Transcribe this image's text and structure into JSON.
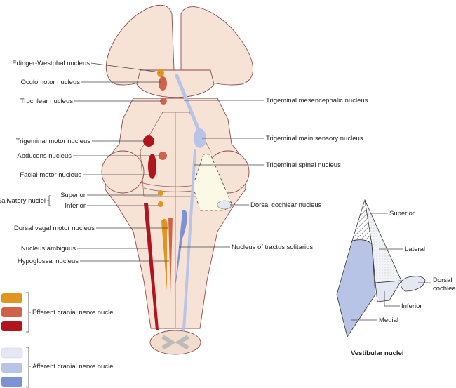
{
  "left_labels": {
    "edinger_westphal": "Edinger-Westphal nucleus",
    "oculomotor": "Oculomotor nucleus",
    "trochlear": "Trochlear nucleus",
    "trigeminal_motor": "Trigeminal motor nucleus",
    "abducens": "Abducens nucleus",
    "facial_motor": "Facial motor nucleus",
    "salivatory": "Salivatory nuclei",
    "salivatory_superior": "Superior",
    "salivatory_inferior": "Inferior",
    "dorsal_vagal": "Dorsal vagal motor nucleus",
    "ambiguus": "Nucleus ambiguus",
    "hypoglossal": "Hypoglossal nucleus"
  },
  "right_labels": {
    "trig_mesencephalic": "Trigeminal mesencephalic nucleus",
    "trig_main_sensory": "Trigeminal main sensory nucleus",
    "trig_spinal": "Trigeminal spinal nucleus",
    "dorsal_cochlear": "Dorsal cochlear nucleus",
    "tractus_solitarius": "Nucleus of tractus solitarius"
  },
  "legend": {
    "efferent": "Efferent cranial nerve nuclei",
    "afferent": "Afferent cranial nerve nuclei",
    "efferent_colors": [
      "#e0961e",
      "#d0624a",
      "#b3141c"
    ],
    "afferent_colors": [
      "#e4e8f2",
      "#b8c4e6",
      "#7b93d6"
    ]
  },
  "vestibular": {
    "title": "Vestibular nuclei",
    "superior": "Superior",
    "lateral": "Lateral",
    "dorsal_cochlear_1": "Dorsal",
    "dorsal_cochlear_2": "cochlear",
    "inferior": "Inferior",
    "medial": "Medial"
  }
}
